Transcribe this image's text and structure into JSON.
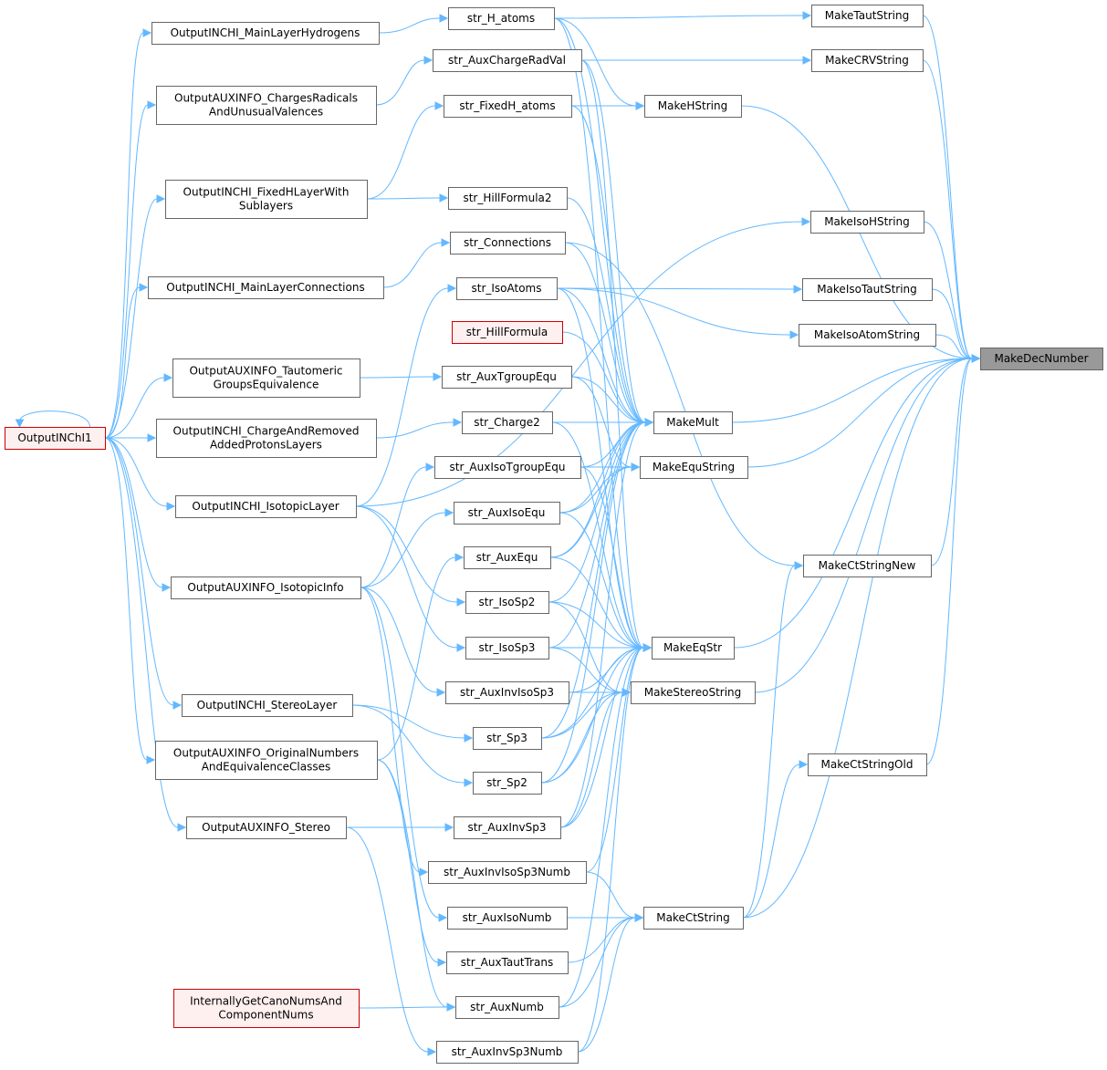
{
  "graph": {
    "colors": {
      "edge": "#63b8ff",
      "node_border": "#666666",
      "node_fill": "#ffffff",
      "current_fill": "#999999",
      "red_border": "#cc0000",
      "red_fill": "#fff0f0"
    },
    "nodes": [
      {
        "id": "MakeDecNumber",
        "lines": [
          "MakeDecNumber"
        ],
        "style": "current"
      },
      {
        "id": "MakeTautString",
        "lines": [
          "MakeTautString"
        ]
      },
      {
        "id": "MakeCRVString",
        "lines": [
          "MakeCRVString"
        ]
      },
      {
        "id": "MakeHString",
        "lines": [
          "MakeHString"
        ]
      },
      {
        "id": "MakeIsoHString",
        "lines": [
          "MakeIsoHString"
        ]
      },
      {
        "id": "MakeIsoTautString",
        "lines": [
          "MakeIsoTautString"
        ]
      },
      {
        "id": "MakeIsoAtomString",
        "lines": [
          "MakeIsoAtomString"
        ]
      },
      {
        "id": "MakeMult",
        "lines": [
          "MakeMult"
        ]
      },
      {
        "id": "MakeEquString",
        "lines": [
          "MakeEquString"
        ]
      },
      {
        "id": "MakeCtStringNew",
        "lines": [
          "MakeCtStringNew"
        ]
      },
      {
        "id": "MakeEqStr",
        "lines": [
          "MakeEqStr"
        ]
      },
      {
        "id": "MakeStereoString",
        "lines": [
          "MakeStereoString"
        ]
      },
      {
        "id": "MakeCtStringOld",
        "lines": [
          "MakeCtStringOld"
        ]
      },
      {
        "id": "MakeCtString",
        "lines": [
          "MakeCtString"
        ]
      },
      {
        "id": "str_H_atoms",
        "lines": [
          "str_H_atoms"
        ]
      },
      {
        "id": "str_AuxChargeRadVal",
        "lines": [
          "str_AuxChargeRadVal"
        ]
      },
      {
        "id": "str_FixedH_atoms",
        "lines": [
          "str_FixedH_atoms"
        ]
      },
      {
        "id": "str_HillFormula2",
        "lines": [
          "str_HillFormula2"
        ]
      },
      {
        "id": "str_Connections",
        "lines": [
          "str_Connections"
        ]
      },
      {
        "id": "str_IsoAtoms",
        "lines": [
          "str_IsoAtoms"
        ]
      },
      {
        "id": "str_HillFormula",
        "lines": [
          "str_HillFormula"
        ],
        "style": "red"
      },
      {
        "id": "str_AuxTgroupEqu",
        "lines": [
          "str_AuxTgroupEqu"
        ]
      },
      {
        "id": "str_Charge2",
        "lines": [
          "str_Charge2"
        ]
      },
      {
        "id": "str_AuxIsoTgroupEqu",
        "lines": [
          "str_AuxIsoTgroupEqu"
        ]
      },
      {
        "id": "str_AuxIsoEqu",
        "lines": [
          "str_AuxIsoEqu"
        ]
      },
      {
        "id": "str_AuxEqu",
        "lines": [
          "str_AuxEqu"
        ]
      },
      {
        "id": "str_IsoSp2",
        "lines": [
          "str_IsoSp2"
        ]
      },
      {
        "id": "str_IsoSp3",
        "lines": [
          "str_IsoSp3"
        ]
      },
      {
        "id": "str_AuxInvIsoSp3",
        "lines": [
          "str_AuxInvIsoSp3"
        ]
      },
      {
        "id": "str_Sp3",
        "lines": [
          "str_Sp3"
        ]
      },
      {
        "id": "str_Sp2",
        "lines": [
          "str_Sp2"
        ]
      },
      {
        "id": "str_AuxInvSp3",
        "lines": [
          "str_AuxInvSp3"
        ]
      },
      {
        "id": "str_AuxInvIsoSp3Numb",
        "lines": [
          "str_AuxInvIsoSp3Numb"
        ]
      },
      {
        "id": "str_AuxIsoNumb",
        "lines": [
          "str_AuxIsoNumb"
        ]
      },
      {
        "id": "str_AuxTautTrans",
        "lines": [
          "str_AuxTautTrans"
        ]
      },
      {
        "id": "str_AuxNumb",
        "lines": [
          "str_AuxNumb"
        ]
      },
      {
        "id": "str_AuxInvSp3Numb",
        "lines": [
          "str_AuxInvSp3Numb"
        ]
      },
      {
        "id": "OutputINCHI_MainLayerHydrogens",
        "lines": [
          "OutputINCHI_MainLayerHydrogens"
        ]
      },
      {
        "id": "OutputAUXINFO_ChargesRadicalsAndUnusualValences",
        "lines": [
          "OutputAUXINFO_ChargesRadicals",
          "AndUnusualValences"
        ]
      },
      {
        "id": "OutputINCHI_FixedHLayerWithSublayers",
        "lines": [
          "OutputINCHI_FixedHLayerWith",
          "Sublayers"
        ]
      },
      {
        "id": "OutputINCHI_MainLayerConnections",
        "lines": [
          "OutputINCHI_MainLayerConnections"
        ]
      },
      {
        "id": "OutputAUXINFO_TautomericGroupsEquivalence",
        "lines": [
          "OutputAUXINFO_Tautomeric",
          "GroupsEquivalence"
        ]
      },
      {
        "id": "OutputINCHI_ChargeAndRemovedAddedProtonsLayers",
        "lines": [
          "OutputINCHI_ChargeAndRemoved",
          "AddedProtonsLayers"
        ]
      },
      {
        "id": "OutputINCHI_IsotopicLayer",
        "lines": [
          "OutputINCHI_IsotopicLayer"
        ]
      },
      {
        "id": "OutputAUXINFO_IsotopicInfo",
        "lines": [
          "OutputAUXINFO_IsotopicInfo"
        ]
      },
      {
        "id": "OutputINCHI_StereoLayer",
        "lines": [
          "OutputINCHI_StereoLayer"
        ]
      },
      {
        "id": "OutputAUXINFO_OriginalNumbersAndEquivalenceClasses",
        "lines": [
          "OutputAUXINFO_OriginalNumbers",
          "AndEquivalenceClasses"
        ]
      },
      {
        "id": "OutputAUXINFO_Stereo",
        "lines": [
          "OutputAUXINFO_Stereo"
        ]
      },
      {
        "id": "OutputINChI1",
        "lines": [
          "OutputINChI1"
        ],
        "style": "red"
      },
      {
        "id": "InternallyGetCanoNumsAndComponentNums",
        "lines": [
          "InternallyGetCanoNumsAnd",
          "ComponentNums"
        ],
        "style": "red"
      }
    ],
    "edges": [
      [
        "MakeTautString",
        "MakeDecNumber"
      ],
      [
        "MakeCRVString",
        "MakeDecNumber"
      ],
      [
        "MakeHString",
        "MakeDecNumber"
      ],
      [
        "MakeIsoHString",
        "MakeDecNumber"
      ],
      [
        "MakeIsoTautString",
        "MakeDecNumber"
      ],
      [
        "MakeIsoAtomString",
        "MakeDecNumber"
      ],
      [
        "MakeMult",
        "MakeDecNumber"
      ],
      [
        "MakeEquString",
        "MakeDecNumber"
      ],
      [
        "MakeCtStringNew",
        "MakeDecNumber"
      ],
      [
        "MakeEqStr",
        "MakeDecNumber"
      ],
      [
        "MakeStereoString",
        "MakeDecNumber"
      ],
      [
        "MakeCtStringOld",
        "MakeDecNumber"
      ],
      [
        "MakeCtString",
        "MakeDecNumber"
      ],
      [
        "str_H_atoms",
        "MakeTautString"
      ],
      [
        "str_AuxChargeRadVal",
        "MakeCRVString"
      ],
      [
        "str_H_atoms",
        "MakeHString"
      ],
      [
        "str_FixedH_atoms",
        "MakeHString"
      ],
      [
        "OutputINCHI_IsotopicLayer",
        "MakeIsoHString"
      ],
      [
        "str_IsoAtoms",
        "MakeIsoTautString"
      ],
      [
        "str_IsoAtoms",
        "MakeIsoAtomString"
      ],
      [
        "str_H_atoms",
        "MakeMult"
      ],
      [
        "str_AuxChargeRadVal",
        "MakeMult"
      ],
      [
        "str_FixedH_atoms",
        "MakeMult"
      ],
      [
        "str_HillFormula2",
        "MakeMult"
      ],
      [
        "str_Connections",
        "MakeMult"
      ],
      [
        "str_IsoAtoms",
        "MakeMult"
      ],
      [
        "str_HillFormula",
        "MakeMult"
      ],
      [
        "str_AuxTgroupEqu",
        "MakeMult"
      ],
      [
        "str_Charge2",
        "MakeMult"
      ],
      [
        "str_AuxIsoTgroupEqu",
        "MakeMult"
      ],
      [
        "str_AuxIsoEqu",
        "MakeMult"
      ],
      [
        "str_AuxEqu",
        "MakeMult"
      ],
      [
        "str_IsoSp2",
        "MakeMult"
      ],
      [
        "str_IsoSp3",
        "MakeMult"
      ],
      [
        "str_Sp3",
        "MakeMult"
      ],
      [
        "str_Sp2",
        "MakeMult"
      ],
      [
        "str_AuxInvSp3",
        "MakeMult"
      ],
      [
        "str_AuxTgroupEqu",
        "MakeEquString"
      ],
      [
        "str_AuxIsoTgroupEqu",
        "MakeEquString"
      ],
      [
        "str_AuxIsoEqu",
        "MakeEquString"
      ],
      [
        "str_AuxEqu",
        "MakeEquString"
      ],
      [
        "str_Connections",
        "MakeCtStringNew"
      ],
      [
        "str_H_atoms",
        "MakeEqStr"
      ],
      [
        "str_AuxChargeRadVal",
        "MakeEqStr"
      ],
      [
        "str_IsoAtoms",
        "MakeEqStr"
      ],
      [
        "str_Charge2",
        "MakeEqStr"
      ],
      [
        "str_AuxIsoTgroupEqu",
        "MakeEqStr"
      ],
      [
        "str_AuxIsoEqu",
        "MakeEqStr"
      ],
      [
        "str_AuxEqu",
        "MakeEqStr"
      ],
      [
        "str_IsoSp2",
        "MakeEqStr"
      ],
      [
        "str_IsoSp3",
        "MakeEqStr"
      ],
      [
        "str_AuxInvIsoSp3",
        "MakeEqStr"
      ],
      [
        "str_Sp3",
        "MakeEqStr"
      ],
      [
        "str_Sp2",
        "MakeEqStr"
      ],
      [
        "str_AuxInvSp3",
        "MakeEqStr"
      ],
      [
        "str_AuxInvIsoSp3Numb",
        "MakeEqStr"
      ],
      [
        "str_AuxNumb",
        "MakeEqStr"
      ],
      [
        "str_AuxInvSp3Numb",
        "MakeEqStr"
      ],
      [
        "str_IsoSp2",
        "MakeStereoString"
      ],
      [
        "str_IsoSp3",
        "MakeStereoString"
      ],
      [
        "str_AuxInvIsoSp3",
        "MakeStereoString"
      ],
      [
        "str_Sp3",
        "MakeStereoString"
      ],
      [
        "str_Sp2",
        "MakeStereoString"
      ],
      [
        "str_AuxInvSp3",
        "MakeStereoString"
      ],
      [
        "str_AuxInvIsoSp3Numb",
        "MakeCtString"
      ],
      [
        "str_AuxIsoNumb",
        "MakeCtString"
      ],
      [
        "str_AuxTautTrans",
        "MakeCtString"
      ],
      [
        "str_AuxNumb",
        "MakeCtString"
      ],
      [
        "str_AuxInvSp3Numb",
        "MakeCtString"
      ],
      [
        "MakeCtString",
        "MakeCtStringNew"
      ],
      [
        "MakeCtString",
        "MakeCtStringOld"
      ],
      [
        "OutputINCHI_MainLayerHydrogens",
        "str_H_atoms"
      ],
      [
        "OutputAUXINFO_ChargesRadicalsAndUnusualValences",
        "str_AuxChargeRadVal"
      ],
      [
        "OutputINCHI_FixedHLayerWithSublayers",
        "str_FixedH_atoms"
      ],
      [
        "OutputINCHI_FixedHLayerWithSublayers",
        "str_HillFormula2"
      ],
      [
        "OutputINCHI_MainLayerConnections",
        "str_Connections"
      ],
      [
        "OutputINCHI_IsotopicLayer",
        "str_IsoAtoms"
      ],
      [
        "OutputAUXINFO_TautomericGroupsEquivalence",
        "str_AuxTgroupEqu"
      ],
      [
        "OutputINCHI_ChargeAndRemovedAddedProtonsLayers",
        "str_Charge2"
      ],
      [
        "OutputAUXINFO_IsotopicInfo",
        "str_AuxIsoTgroupEqu"
      ],
      [
        "OutputAUXINFO_IsotopicInfo",
        "str_AuxIsoEqu"
      ],
      [
        "OutputAUXINFO_OriginalNumbersAndEquivalenceClasses",
        "str_AuxEqu"
      ],
      [
        "OutputINCHI_IsotopicLayer",
        "str_IsoSp2"
      ],
      [
        "OutputINCHI_IsotopicLayer",
        "str_IsoSp3"
      ],
      [
        "OutputAUXINFO_IsotopicInfo",
        "str_AuxInvIsoSp3"
      ],
      [
        "OutputINCHI_StereoLayer",
        "str_Sp3"
      ],
      [
        "OutputINCHI_StereoLayer",
        "str_Sp2"
      ],
      [
        "OutputAUXINFO_Stereo",
        "str_AuxInvSp3"
      ],
      [
        "OutputAUXINFO_IsotopicInfo",
        "str_AuxInvIsoSp3Numb"
      ],
      [
        "OutputAUXINFO_IsotopicInfo",
        "str_AuxIsoNumb"
      ],
      [
        "OutputAUXINFO_OriginalNumbersAndEquivalenceClasses",
        "str_AuxTautTrans"
      ],
      [
        "OutputAUXINFO_OriginalNumbersAndEquivalenceClasses",
        "str_AuxNumb"
      ],
      [
        "OutputAUXINFO_Stereo",
        "str_AuxInvSp3Numb"
      ],
      [
        "InternallyGetCanoNumsAndComponentNums",
        "str_AuxNumb"
      ],
      [
        "OutputINChI1",
        "OutputINCHI_MainLayerHydrogens"
      ],
      [
        "OutputINChI1",
        "OutputAUXINFO_ChargesRadicalsAndUnusualValences"
      ],
      [
        "OutputINChI1",
        "OutputINCHI_FixedHLayerWithSublayers"
      ],
      [
        "OutputINChI1",
        "OutputINCHI_MainLayerConnections"
      ],
      [
        "OutputINChI1",
        "OutputAUXINFO_TautomericGroupsEquivalence"
      ],
      [
        "OutputINChI1",
        "OutputINCHI_ChargeAndRemovedAddedProtonsLayers"
      ],
      [
        "OutputINChI1",
        "OutputINCHI_IsotopicLayer"
      ],
      [
        "OutputINChI1",
        "OutputAUXINFO_IsotopicInfo"
      ],
      [
        "OutputINChI1",
        "OutputINCHI_StereoLayer"
      ],
      [
        "OutputINChI1",
        "OutputAUXINFO_OriginalNumbersAndEquivalenceClasses"
      ],
      [
        "OutputINChI1",
        "OutputAUXINFO_Stereo"
      ],
      [
        "OutputINChI1",
        "OutputINChI1"
      ]
    ]
  }
}
